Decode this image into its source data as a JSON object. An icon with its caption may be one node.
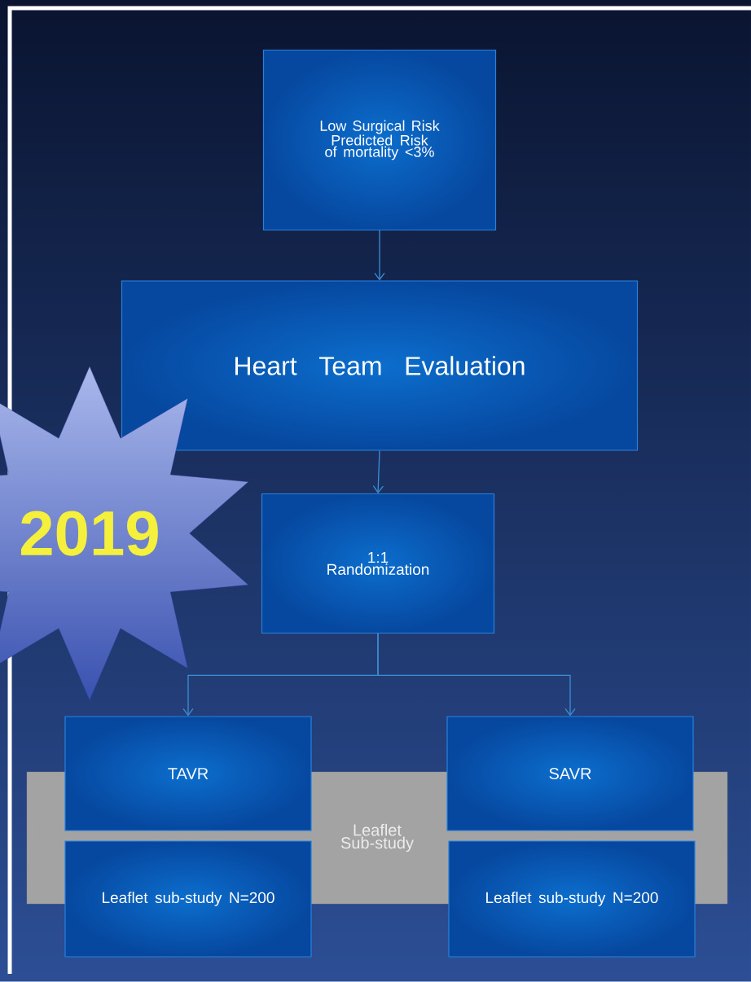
{
  "diagram": {
    "nodes": [
      {
        "text": [
          "Low Surgical Risk Predicted Risk of mortality <3%"
        ]
      },
      {
        "text": [
          "Heart Team Evaluation"
        ]
      },
      {
        "text": [
          "1:1 Randomization"
        ]
      },
      {
        "text": [
          "Leaflet Sub-study"
        ]
      },
      {
        "text": [
          "TAVR"
        ]
      },
      {
        "text": [
          "SAVR"
        ]
      },
      {
        "text": [
          "Leaflet sub-study N=200"
        ]
      },
      {
        "text": [
          "Leaflet sub-study N=200"
        ]
      },
      {
        "text": [
          "2019"
        ]
      }
    ],
    "edges": [
      {
        "from": 0,
        "to": 1,
        "arrow": "to"
      },
      {
        "from": 1,
        "to": 2,
        "arrow": "to"
      },
      {
        "from": 2,
        "to": 4,
        "arrow": "to"
      },
      {
        "from": 2,
        "to": 5,
        "arrow": "to"
      }
    ]
  }
}
